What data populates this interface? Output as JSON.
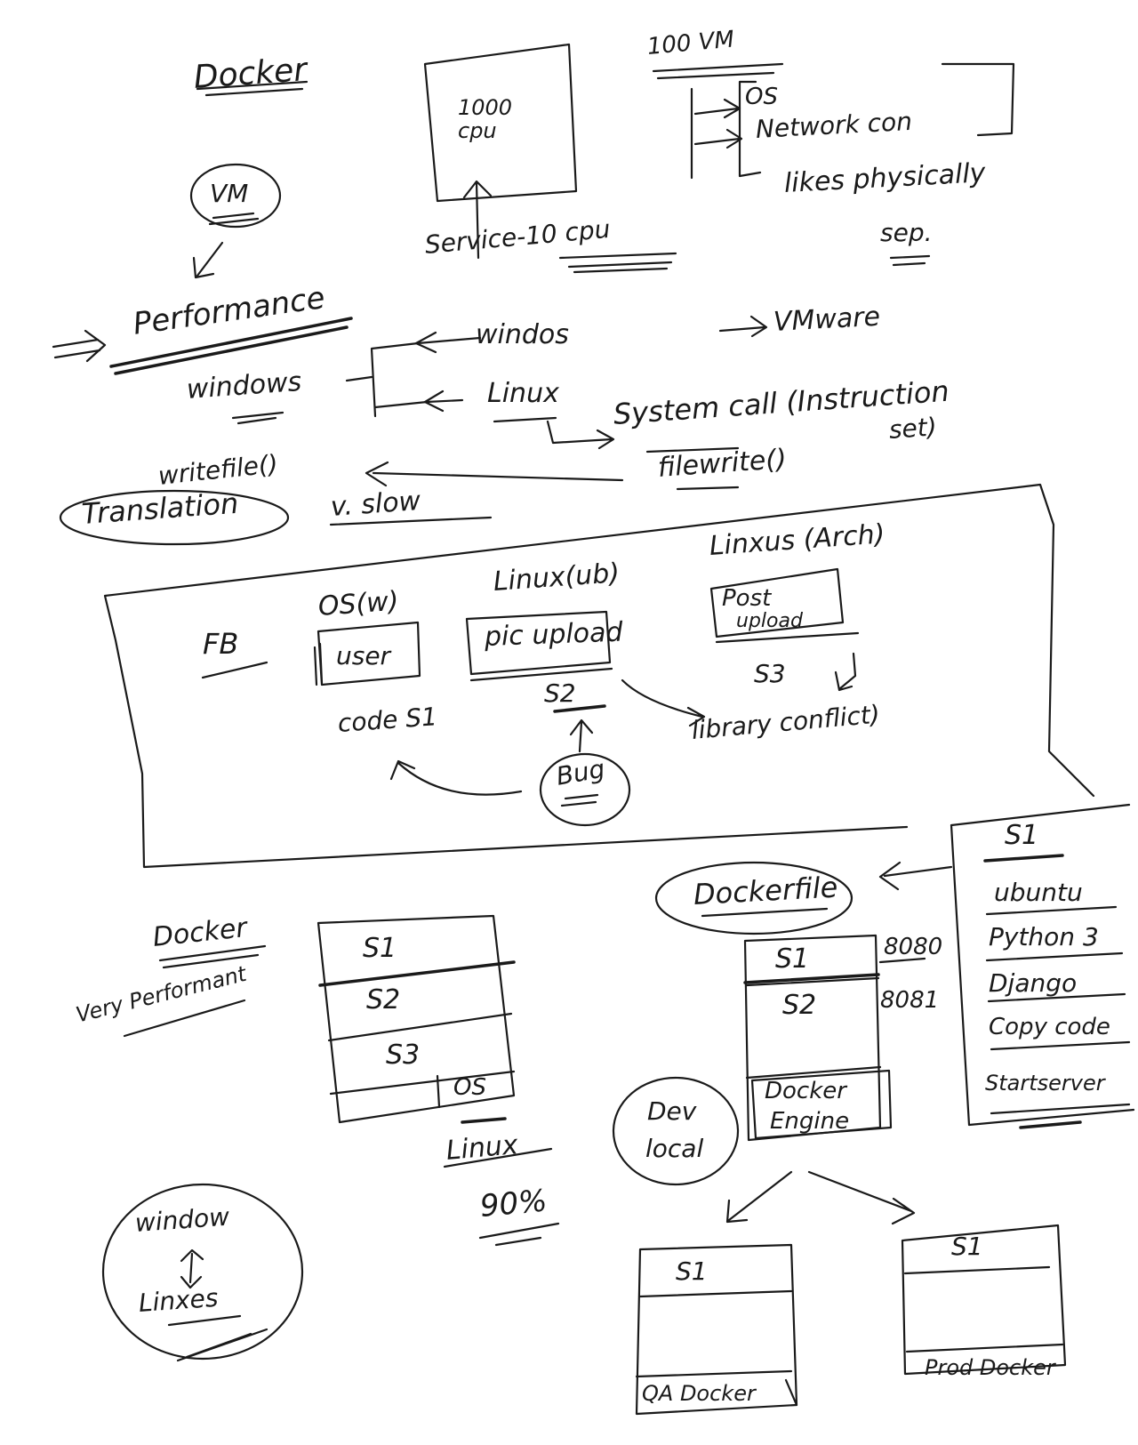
{
  "labels": {
    "docker_top": "Docker",
    "vm": "VM",
    "cpu_box": "1000 cpu",
    "service": "Service-10 cpu",
    "vm_count": "100 VM",
    "os": "OS",
    "network": "Network con",
    "physically": "likes physically",
    "sep": "sep.",
    "performance": "Performance",
    "vmware": "VMware",
    "windows": "windows",
    "windos": "windos",
    "linux": "Linux",
    "system_call": "System call (Instruction",
    "set": "set)",
    "filewrite": "filewrite()",
    "writefile": "writefile()",
    "translation": "Translation",
    "slow": "v. slow",
    "fb": "FB",
    "os_w": "OS(w)",
    "user": "user",
    "linux_ub": "Linux(ub)",
    "pic_upload": "pic upload",
    "linux_arch": "Linxus (Arch)",
    "post_upload_1": "Post",
    "post_upload_2": "upload",
    "s3_box": "S3",
    "code_s1": "code S1",
    "s2": "S2",
    "library_conflict": "library conflict)",
    "bug": "Bug",
    "dockerfile": "Dockerfile",
    "s1_list_title": "S1",
    "s1_list": [
      "ubuntu",
      "Python 3",
      "Django",
      "Copy code",
      "Startserver"
    ],
    "docker_mid": "Docker",
    "very_performant": "Very Performant",
    "stack_s1": "S1",
    "stack_s2": "S2",
    "stack_s3": "S3",
    "stack_os": "OS",
    "linux_bottom": "Linux",
    "ninety": "90%",
    "dev_s1": "S1",
    "dev_s2": "S2",
    "port_8080": "8080",
    "port_8081": "8081",
    "docker_engine_1": "Docker",
    "docker_engine_2": "Engine",
    "dev_local_1": "Dev",
    "dev_local_2": "local",
    "window": "window",
    "linxes": "Linxes",
    "qa_s1": "S1",
    "qa_docker": "QA Docker",
    "prod_s1": "S1",
    "prod_docker": "Prod Docker"
  }
}
